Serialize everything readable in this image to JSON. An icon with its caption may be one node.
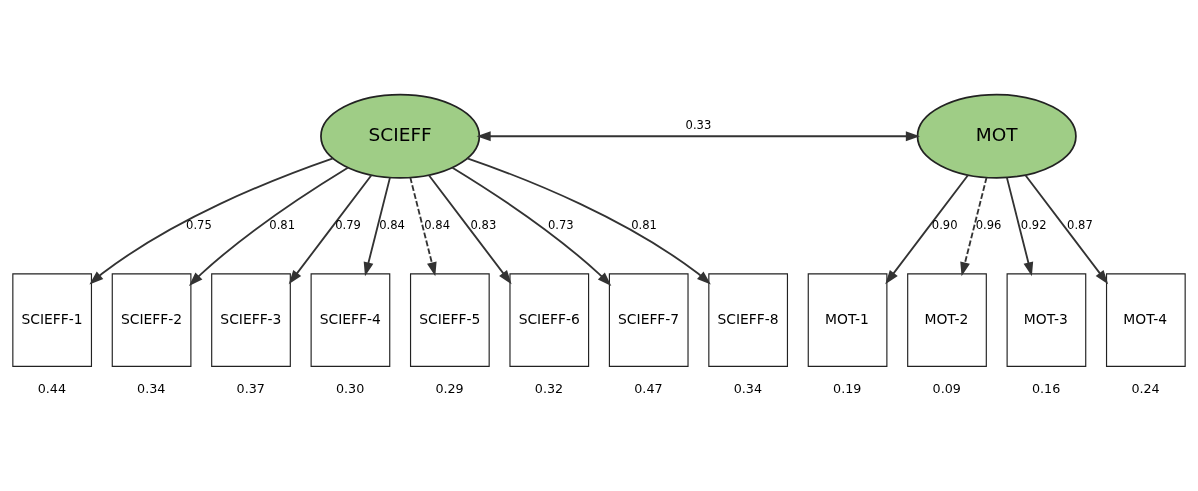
{
  "diagram": {
    "nodes": [
      {
        "text": [
          "SCIEFF"
        ]
      },
      {
        "text": [
          "MOT"
        ]
      },
      {
        "text": [
          "SCIEFF-1"
        ],
        "beside": [
          "0.44"
        ]
      },
      {
        "text": [
          "SCIEFF-2"
        ],
        "beside": [
          "0.34"
        ]
      },
      {
        "text": [
          "SCIEFF-3"
        ],
        "beside": [
          "0.37"
        ]
      },
      {
        "text": [
          "SCIEFF-4"
        ],
        "beside": [
          "0.30"
        ]
      },
      {
        "text": [
          "SCIEFF-5"
        ],
        "beside": [
          "0.29"
        ]
      },
      {
        "text": [
          "SCIEFF-6"
        ],
        "beside": [
          "0.32"
        ]
      },
      {
        "text": [
          "SCIEFF-7"
        ],
        "beside": [
          "0.47"
        ]
      },
      {
        "text": [
          "SCIEFF-8"
        ],
        "beside": [
          "0.34"
        ]
      },
      {
        "text": [
          "MOT-1"
        ],
        "beside": [
          "0.19"
        ]
      },
      {
        "text": [
          "MOT-2"
        ],
        "beside": [
          "0.09"
        ]
      },
      {
        "text": [
          "MOT-3"
        ],
        "beside": [
          "0.16"
        ]
      },
      {
        "text": [
          "MOT-4"
        ],
        "beside": [
          "0.24"
        ]
      }
    ],
    "edges": [
      {
        "from": 0,
        "to": 1,
        "arrow": "both",
        "label": "0.33"
      },
      {
        "from": 0,
        "to": 2,
        "arrow": "to",
        "label": "0.75"
      },
      {
        "from": 0,
        "to": 3,
        "arrow": "to",
        "label": "0.81"
      },
      {
        "from": 0,
        "to": 4,
        "arrow": "to",
        "label": "0.79"
      },
      {
        "from": 0,
        "to": 5,
        "arrow": "to",
        "label": "0.84"
      },
      {
        "from": 0,
        "to": 6,
        "arrow": "to",
        "label": "0.84",
        "style": "dashed"
      },
      {
        "from": 0,
        "to": 7,
        "arrow": "to",
        "label": "0.83"
      },
      {
        "from": 0,
        "to": 8,
        "arrow": "to",
        "label": "0.73"
      },
      {
        "from": 0,
        "to": 9,
        "arrow": "to",
        "label": "0.81"
      },
      {
        "from": 1,
        "to": 10,
        "arrow": "to",
        "label": "0.90"
      },
      {
        "from": 1,
        "to": 11,
        "arrow": "to",
        "label": "0.96",
        "style": "dashed"
      },
      {
        "from": 1,
        "to": 12,
        "arrow": "to",
        "label": "0.92"
      },
      {
        "from": 1,
        "to": 13,
        "arrow": "to",
        "label": "0.87"
      }
    ]
  }
}
